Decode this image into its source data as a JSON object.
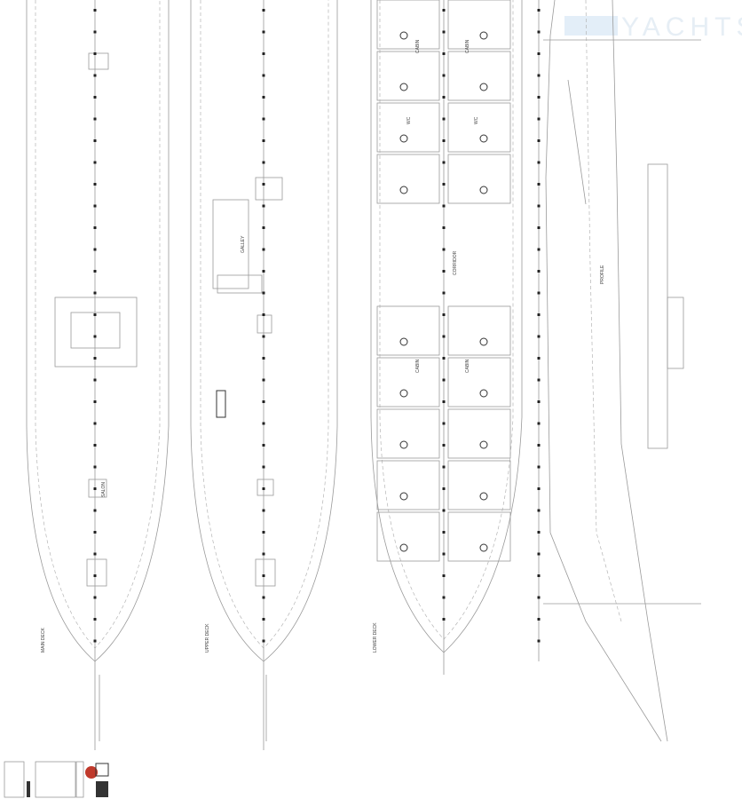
{
  "drawing": {
    "watermark": "YACHTS",
    "plans": [
      {
        "name": "main-deck-plan",
        "label": "MAIN DECK"
      },
      {
        "name": "upper-deck-plan",
        "label": "UPPER DECK"
      },
      {
        "name": "lower-deck-plan",
        "label": "LOWER DECK"
      }
    ],
    "room_labels": {
      "cabin": "CABIN",
      "wc": "WC",
      "corridor": "CORRIDOR",
      "salon": "SALON",
      "galley": "GALLEY"
    },
    "profile_label": "PROFILE",
    "colors": {
      "line": "#9a9a9a",
      "ink": "#333333",
      "logo": "#c0392b"
    }
  }
}
